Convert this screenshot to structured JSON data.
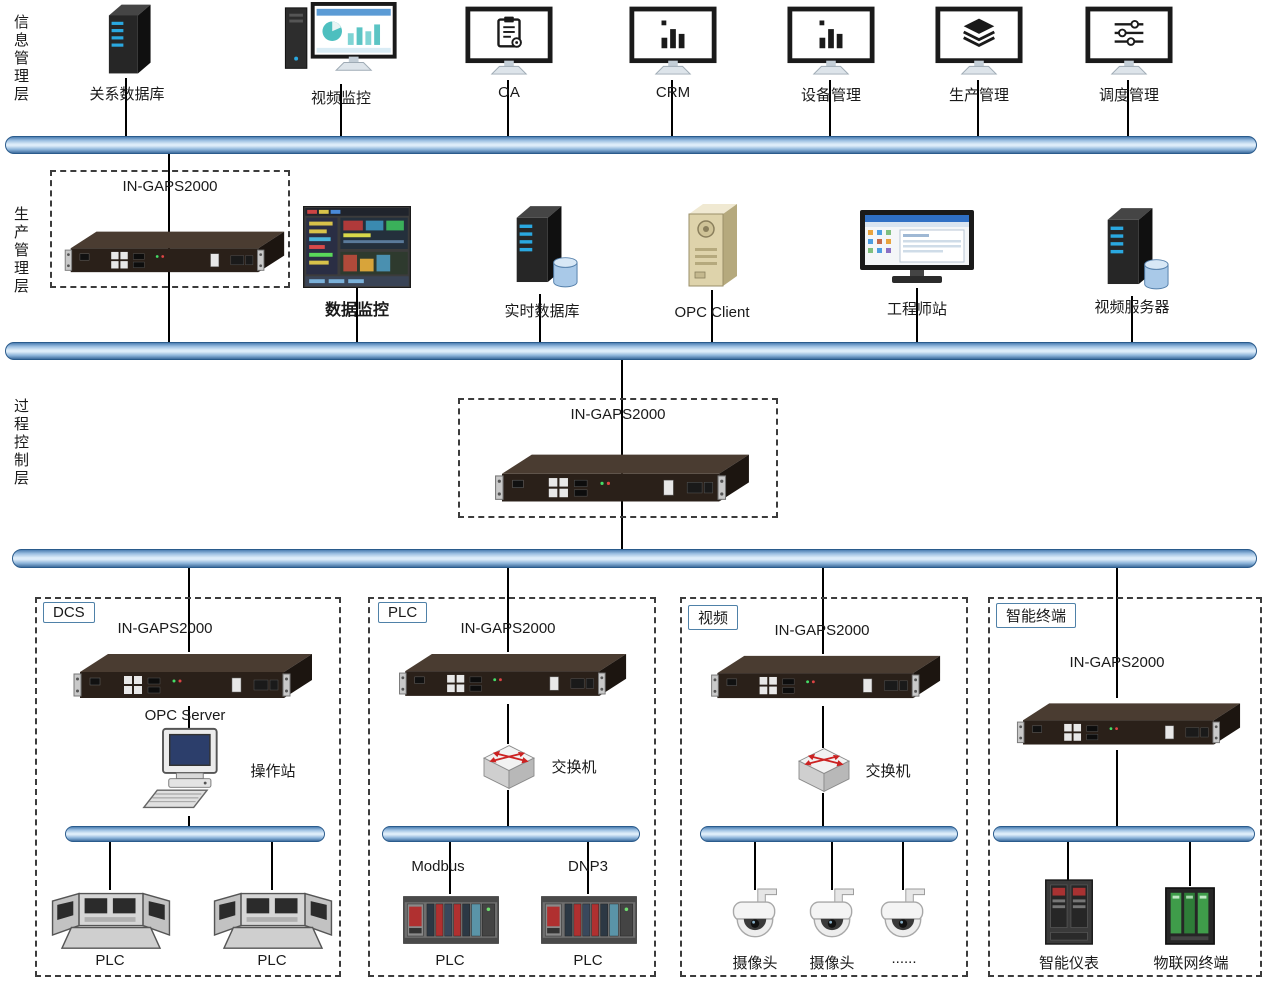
{
  "layers": {
    "info": "信息管理层",
    "production": "生产管理层",
    "process": "过程控制层"
  },
  "top_row": {
    "items": [
      {
        "label": "关系数据库"
      },
      {
        "label": "视频监控"
      },
      {
        "label": "OA"
      },
      {
        "label": "CRM"
      },
      {
        "label": "设备管理"
      },
      {
        "label": "生产管理"
      },
      {
        "label": "调度管理"
      }
    ]
  },
  "production_layer": {
    "gateway": "IN-GAPS2000",
    "scada": "数据监控",
    "rtdb": "实时数据库",
    "opc_client": "OPC Client",
    "engineer": "工程师站",
    "video_server": "视频服务器"
  },
  "process_layer": {
    "gateway": "IN-GAPS2000"
  },
  "groups": {
    "dcs": {
      "tag": "DCS",
      "gateway": "IN-GAPS2000",
      "opc_server": "OPC Server",
      "station": "操作站",
      "plc1": "PLC",
      "plc2": "PLC"
    },
    "plc": {
      "tag": "PLC",
      "gateway": "IN-GAPS2000",
      "switch": "交换机",
      "protocol1": "Modbus",
      "protocol2": "DNP3",
      "plc1": "PLC",
      "plc2": "PLC"
    },
    "video": {
      "tag": "视频",
      "gateway": "IN-GAPS2000",
      "switch": "交换机",
      "cam1": "摄像头",
      "cam2": "摄像头",
      "more": "......"
    },
    "smart": {
      "tag": "智能终端",
      "gateway": "IN-GAPS2000",
      "meter": "智能仪表",
      "iot": "物联网终端"
    }
  },
  "colors": {
    "bus_fill": "#ddecf9",
    "bus_border": "#2a5b8c",
    "tag_border": "#4f81a8",
    "connector": "#000000"
  }
}
